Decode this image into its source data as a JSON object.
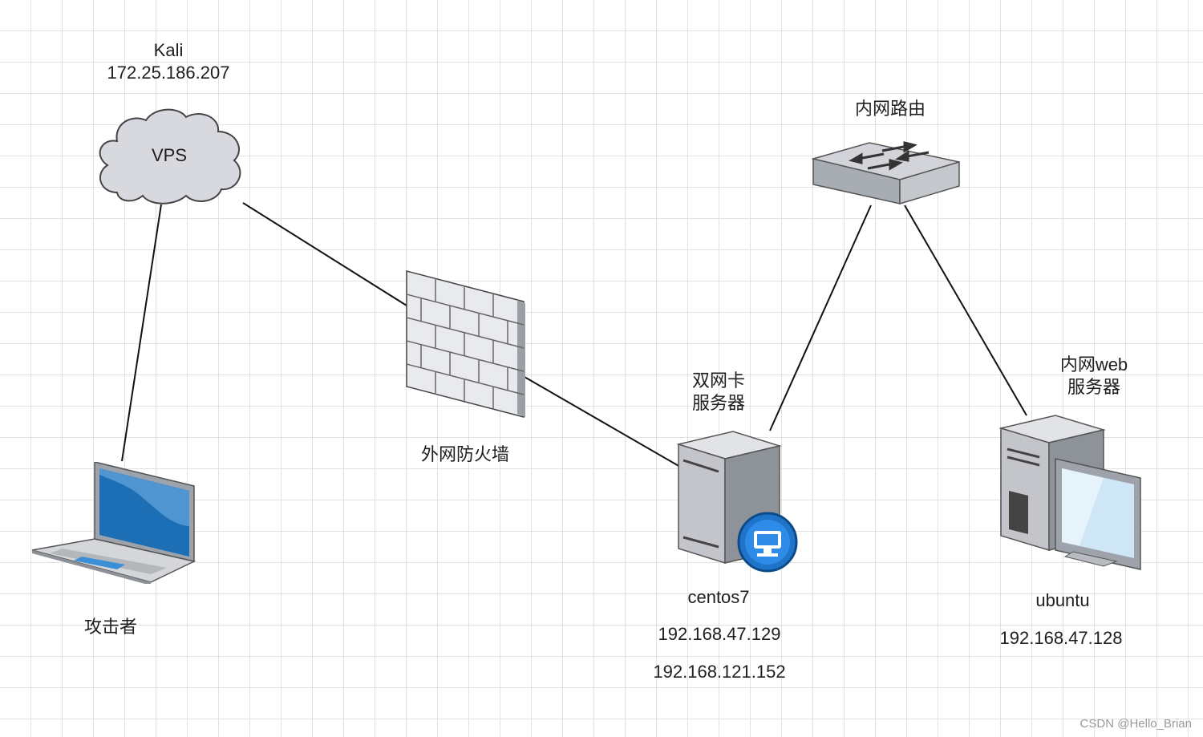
{
  "nodes": {
    "vps": {
      "name": "Kali",
      "ip": "172.25.186.207",
      "shape_text": "VPS"
    },
    "attacker": {
      "label": "攻击者"
    },
    "firewall": {
      "label": "外网防火墙"
    },
    "router": {
      "label": "内网路由"
    },
    "dual_nic": {
      "label_line1": "双网卡",
      "label_line2": "服务器",
      "hostname": "centos7",
      "ip1": "192.168.47.129",
      "ip2": "192.168.121.152"
    },
    "web_server": {
      "label_line1": "内网web",
      "label_line2": "服务器",
      "hostname": "ubuntu",
      "ip": "192.168.47.128"
    }
  },
  "watermark": "CSDN @Hello_Brian"
}
